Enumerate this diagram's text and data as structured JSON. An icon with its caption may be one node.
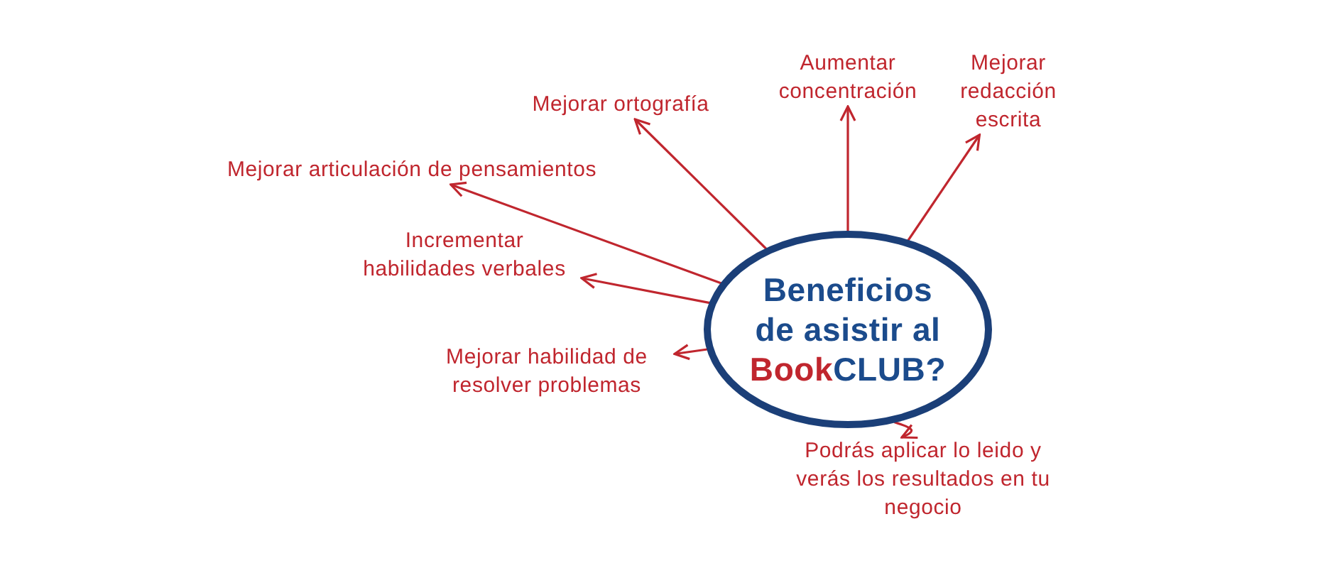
{
  "diagram": {
    "nodes": [
      {
        "text": [
          "Beneficios de asistir al **Book**CLUB?"
        ]
      },
      {
        "text": [
          "Mejorar ortografía"
        ]
      },
      {
        "text": [
          "Aumentar concentración"
        ]
      },
      {
        "text": [
          "Mejorar redacción escrita"
        ]
      },
      {
        "text": [
          "Mejorar articulación de pensamientos"
        ]
      },
      {
        "text": [
          "Incrementar habilidades verbales"
        ]
      },
      {
        "text": [
          "Mejorar habilidad de resolver problemas"
        ]
      },
      {
        "text": [
          "Podrás aplicar lo leido y verás los resultados en tu negocio"
        ]
      }
    ],
    "edges": [
      {
        "from": 0,
        "to": 1,
        "arrow": "to"
      },
      {
        "from": 0,
        "to": 2,
        "arrow": "to"
      },
      {
        "from": 0,
        "to": 3,
        "arrow": "to"
      },
      {
        "from": 0,
        "to": 4,
        "arrow": "to"
      },
      {
        "from": 0,
        "to": 5,
        "arrow": "to"
      },
      {
        "from": 0,
        "to": 6,
        "arrow": "to"
      },
      {
        "from": 0,
        "to": 7,
        "arrow": "to"
      }
    ]
  }
}
